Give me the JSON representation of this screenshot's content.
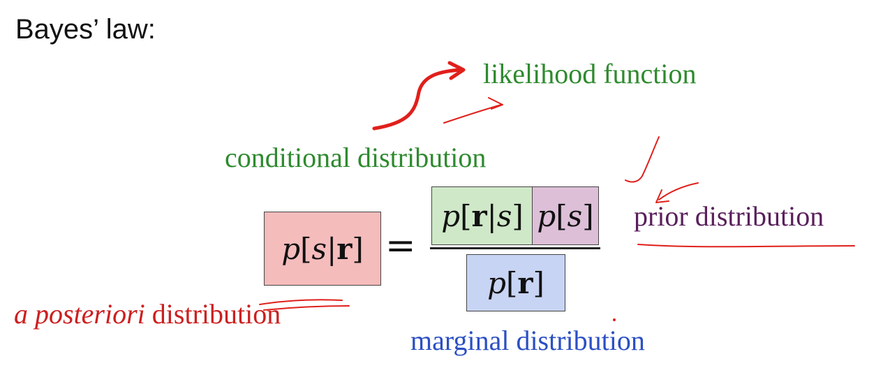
{
  "heading": "Bayes’ law:",
  "labels": {
    "likelihood": "likelihood function",
    "conditional": "conditional distribution",
    "prior": "prior distribution",
    "posterior_italic": "a posteriori",
    "posterior_rest": " distribution",
    "marginal": "marginal distribution"
  },
  "equation": {
    "lhs": {
      "p": "p",
      "open": "[",
      "s": "s",
      "bar": "|",
      "r": "r",
      "close": "]"
    },
    "equals": "=",
    "likelihood_term": {
      "p": "p",
      "open": "[",
      "r": "r",
      "bar": "|",
      "s": "s",
      "close": "]"
    },
    "prior_term": {
      "p": "p",
      "open": "[",
      "s": "s",
      "close": "]"
    },
    "marginal_term": {
      "p": "p",
      "open": "[",
      "r": "r",
      "close": "]"
    }
  },
  "colors": {
    "green_label": "#2e8a2e",
    "purple_label": "#5a1f5c",
    "red_label": "#cc1f1f",
    "blue_label": "#2b4fc4",
    "posterior_box": "#f5bcbc",
    "likelihood_box": "#cfe8c8",
    "prior_box": "#ddbfd8",
    "marginal_box": "#c8d4f4",
    "ink_red": "#e0201b"
  }
}
